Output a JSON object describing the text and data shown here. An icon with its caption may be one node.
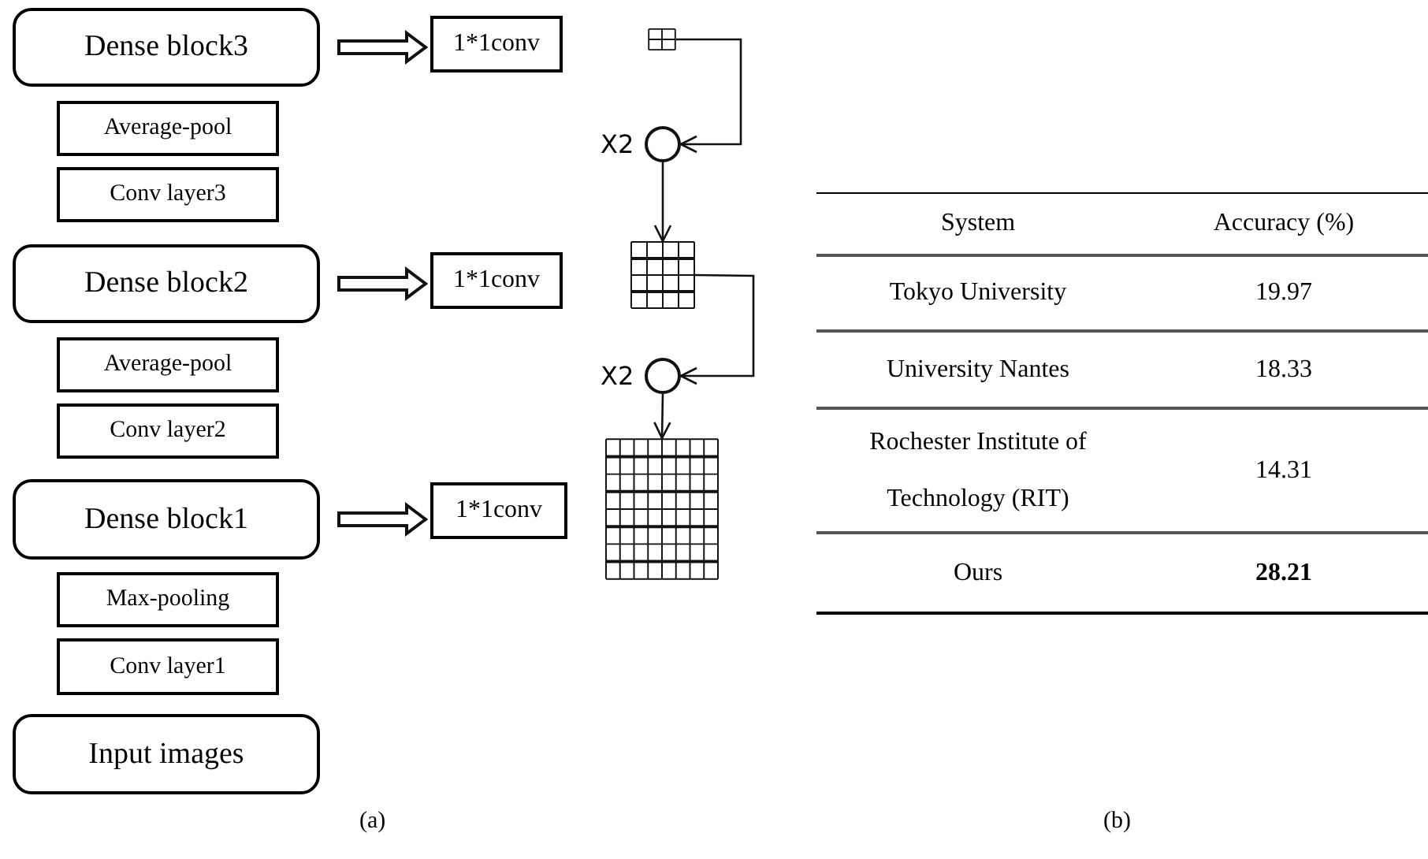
{
  "diagram": {
    "nodes": [
      {
        "text": [
          "Dense block3"
        ]
      },
      {
        "text": [
          "1*1conv"
        ]
      },
      {
        "text": [
          "Average-pool"
        ]
      },
      {
        "text": [
          "Conv layer3"
        ]
      },
      {
        "text": [
          "Dense block2"
        ]
      },
      {
        "text": [
          "1*1conv"
        ]
      },
      {
        "text": [
          "Average-pool"
        ]
      },
      {
        "text": [
          "Conv layer2"
        ]
      },
      {
        "text": [
          "Dense block1"
        ]
      },
      {
        "text": [
          "1*1conv"
        ]
      },
      {
        "text": [
          "Max-pooling"
        ]
      },
      {
        "text": [
          "Conv layer1"
        ]
      },
      {
        "text": [
          "Input images"
        ]
      },
      {
        "text": [],
        "shape": "grid"
      },
      {
        "text": [],
        "shape": "circle",
        "beside": [
          "X2"
        ]
      },
      {
        "text": [],
        "shape": "grid"
      },
      {
        "text": [],
        "shape": "circle",
        "beside": [
          "X2"
        ]
      },
      {
        "text": [],
        "shape": "grid"
      }
    ],
    "edges": [
      {
        "from": 0,
        "to": 1,
        "arrow": "to",
        "style": "thick"
      },
      {
        "from": 4,
        "to": 5,
        "arrow": "to",
        "style": "thick"
      },
      {
        "from": 8,
        "to": 9,
        "arrow": "to",
        "style": "thick"
      },
      {
        "from": 13,
        "to": 14,
        "arrow": "to"
      },
      {
        "from": 14,
        "to": 15,
        "arrow": "to"
      },
      {
        "from": 15,
        "to": 16,
        "arrow": "to"
      },
      {
        "from": 16,
        "to": 17,
        "arrow": "to"
      }
    ],
    "labels": [
      "System",
      "Accuracy (%)",
      "Tokyo University",
      "19.97",
      "University Nantes",
      "18.33",
      "Rochester Institute of Technology (RIT)",
      "14.31",
      "Ours",
      "28.21",
      "(a)",
      "(b)"
    ]
  }
}
